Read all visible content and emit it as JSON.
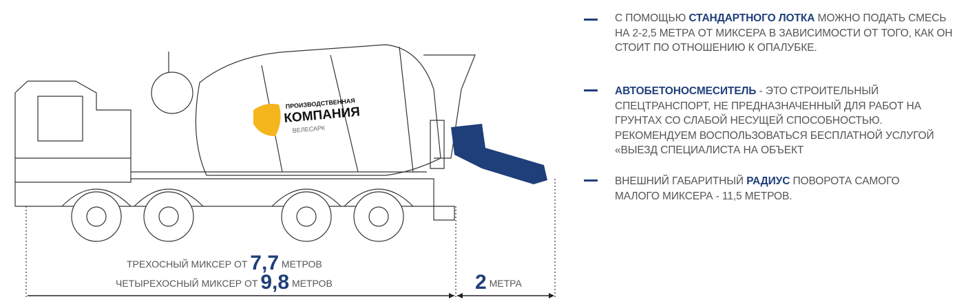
{
  "notes": [
    {
      "pre": "С помощью ",
      "highlight": "стандартного лотка",
      "post": " можно подать смесь на 2-2,5 метра от миксера в зависимости от того, как он стоит по отношению к опалубке."
    },
    {
      "pre": "",
      "highlight": "Автобетоносмеситель",
      "post": " - это строительный спецтранспорт, не предназначенный для работ на грунтах со слабой несущей способностью. Рекомендуем воспользоваться бесплатной услугой «выезд специалиста на объект"
    },
    {
      "pre": "Внешний габаритный ",
      "highlight": "радиус",
      "post": " поворота самого малого миксера - 11,5 метров."
    }
  ],
  "logo": {
    "line1": "ПРОИЗВОДСТВЕННАЯ",
    "line2": "КОМПАНИЯ",
    "line3": "ВЕЛЕСАРК"
  },
  "dimensions": {
    "three_axle": {
      "label": "ТРЕХОСНЫЙ МИКСЕР ОТ",
      "value": "7,7",
      "unit": "МЕТРОВ"
    },
    "four_axle": {
      "label": "ЧЕТЫРЕХОСНЫЙ МИКСЕР ОТ",
      "value": "9,8",
      "unit": "МЕТРОВ"
    },
    "chute": {
      "value": "2",
      "unit": "МЕТРА"
    }
  },
  "colors": {
    "accent": "#1f3f7a",
    "text": "#555555",
    "logo_yellow": "#f5b51c"
  }
}
